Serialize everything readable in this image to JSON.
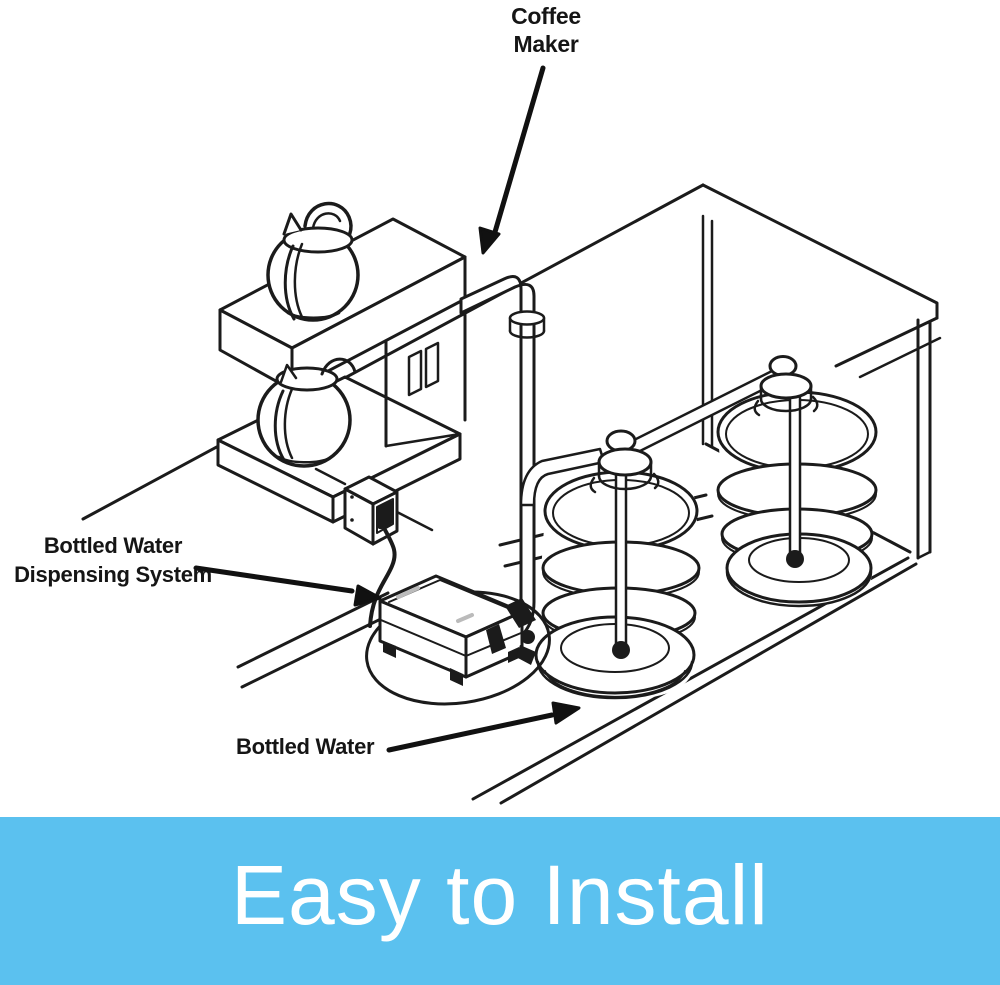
{
  "diagram": {
    "callouts": {
      "coffee_maker": {
        "line1": "Coffee",
        "line2": "Maker"
      },
      "dispensing_system": {
        "line1": "Bottled Water",
        "line2": "Dispensing System"
      },
      "bottled_water": {
        "label": "Bottled Water"
      }
    },
    "parts": [
      "coffee-maker",
      "coffee-carafe-upper",
      "coffee-carafe-lower",
      "supply-pipe",
      "wall-outlet",
      "power-cord",
      "dispensing-pump",
      "water-bottle-near",
      "water-bottle-far",
      "dip-tube",
      "table",
      "floor"
    ],
    "line_color": "#1b1b1b",
    "background_color": "#ffffff"
  },
  "banner": {
    "text": "Easy to Install",
    "background_color": "#5bc1ef",
    "text_color": "#ffffff"
  }
}
